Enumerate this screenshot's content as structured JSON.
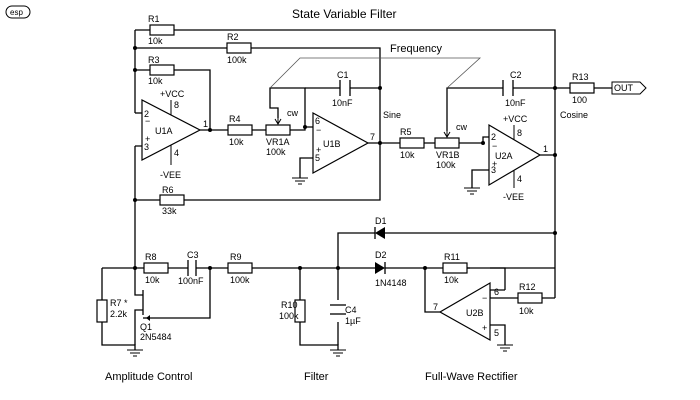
{
  "title": "State Variable Filter",
  "logo": "esp",
  "sections": {
    "amplitude": "Amplitude Control",
    "filter": "Filter",
    "rectifier": "Full-Wave Rectifier"
  },
  "labels": {
    "frequency": "Frequency",
    "sine": "Sine",
    "cosine": "Cosine",
    "out": "OUT",
    "vcc": "+VCC",
    "vee": "-VEE",
    "cw": "cw"
  },
  "components": {
    "R1": {
      "ref": "R1",
      "value": "10k"
    },
    "R2": {
      "ref": "R2",
      "value": "100k"
    },
    "R3": {
      "ref": "R3",
      "value": "10k"
    },
    "R4": {
      "ref": "R4",
      "value": "10k"
    },
    "R5": {
      "ref": "R5",
      "value": "10k"
    },
    "R6": {
      "ref": "R6",
      "value": "33k"
    },
    "R7": {
      "ref": "R7 *",
      "value": "2.2k"
    },
    "R8": {
      "ref": "R8",
      "value": "10k"
    },
    "R9": {
      "ref": "R9",
      "value": "100k"
    },
    "R10": {
      "ref": "R10",
      "value": "100k"
    },
    "R11": {
      "ref": "R11",
      "value": "10k"
    },
    "R12": {
      "ref": "R12",
      "value": "10k"
    },
    "R13": {
      "ref": "R13",
      "value": "100"
    },
    "C1": {
      "ref": "C1",
      "value": "10nF"
    },
    "C2": {
      "ref": "C2",
      "value": "10nF"
    },
    "C3": {
      "ref": "C3",
      "value": "100nF"
    },
    "C4": {
      "ref": "C4",
      "value": "1µF"
    },
    "VR1A": {
      "ref": "VR1A",
      "value": "100k"
    },
    "VR1B": {
      "ref": "VR1B",
      "value": "100k"
    },
    "U1A": {
      "ref": "U1A"
    },
    "U1B": {
      "ref": "U1B"
    },
    "U2A": {
      "ref": "U2A"
    },
    "U2B": {
      "ref": "U2B"
    },
    "D1": {
      "ref": "D1"
    },
    "D2": {
      "ref": "D2",
      "value": "1N4148"
    },
    "Q1": {
      "ref": "Q1",
      "value": "2N5484"
    }
  },
  "pins": {
    "u1a": {
      "inv": "2",
      "ninv": "3",
      "out": "1",
      "vcc": "8",
      "vee": "4"
    },
    "u1b": {
      "inv": "6",
      "ninv": "5",
      "out": "7"
    },
    "u2a": {
      "inv": "2",
      "ninv": "3",
      "out": "1",
      "vcc": "8",
      "vee": "4"
    },
    "u2b": {
      "inv": "6",
      "ninv": "5",
      "out": "7"
    }
  }
}
